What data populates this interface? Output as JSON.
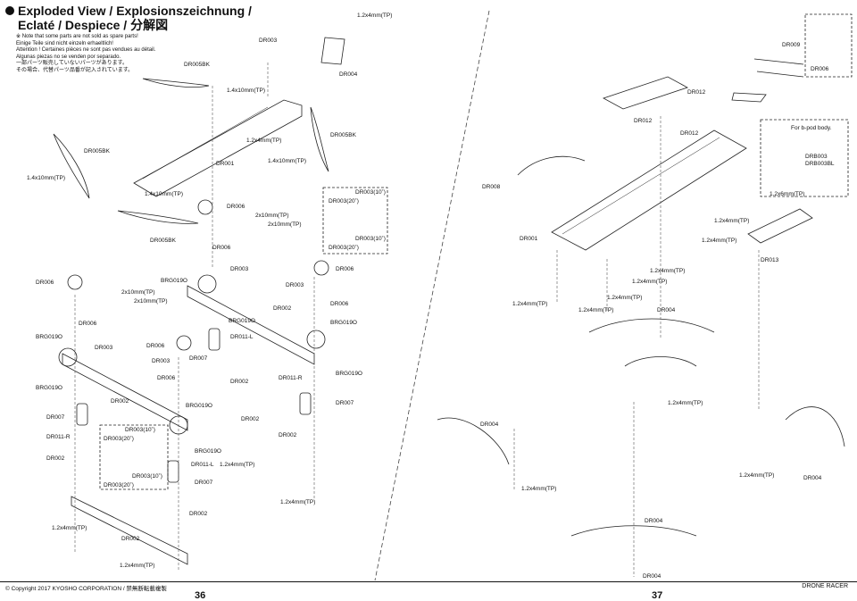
{
  "title_line1": "Exploded View / Explosionszeichnung /",
  "title_line2": "Eclaté / Despiece  / 分解図",
  "notes": [
    "※ Note that some parts are not sold as spare parts!",
    "Einige Teile sind nicht einzeln erhaeltlich!",
    "Attention ! Certaines pièces ne sont pas vendues au détail.",
    "Algunas piezas no se venden por separado.",
    "一部パーツ販売していないパーツがあります。",
    "その場合、代替パーツ品番が記入されています。"
  ],
  "part_labels": [
    "1.2x4mm(TP)",
    "DR003",
    "DR004",
    "DR005BK",
    "1.4x10mm(TP)",
    "DR009",
    "DR006",
    "DR012",
    "DR012",
    "DR012",
    "For b-pod body.",
    "DRB003",
    "DRB003BL",
    "1.2x4mm(TP)",
    "DR005BK",
    "DR005BK",
    "1.4x10mm(TP)",
    "DR001",
    "1.4x10mm(TP)",
    "DR008",
    "1.2x6mm(TP)",
    "DR003(10˚)",
    "DR003(20˚)",
    "1.4x10mm(TP)",
    "DR006",
    "2x10mm(TP)",
    "2x10mm(TP)",
    "DR005BK",
    "DR003(10˚)",
    "DR003(20˚)",
    "DR006",
    "DR001",
    "1.2x4mm(TP)",
    "1.2x4mm(TP)",
    "DR013",
    "DR003",
    "DR006",
    "DR006",
    "BRG019O",
    "DR003",
    "1.2x4mm(TP)",
    "2x10mm(TP)",
    "2x10mm(TP)",
    "DR002",
    "DR006",
    "1.2x4mm(TP)",
    "1.2x4mm(TP)",
    "1.2x4mm(TP)",
    "DR004",
    "DR006",
    "BRG019O",
    "BRG019O",
    "1.2x4mm(TP)",
    "BRG019O",
    "DR006",
    "DR011-L",
    "DR003",
    "DR003",
    "DR007",
    "DR006",
    "DR002",
    "DR011-R",
    "BRG019O",
    "BRG019O",
    "DR002",
    "BRG019O",
    "DR002",
    "DR007",
    "DR007",
    "DR003(10˚)",
    "DR011-R",
    "DR003(20˚)",
    "DR002",
    "BRG019O",
    "DR004",
    "DR002",
    "DR011-L",
    "1.2x4mm(TP)",
    "1.2x4mm(TP)",
    "DR004",
    "DR003(10˚)",
    "DR007",
    "DR003(20˚)",
    "1.2x4mm(TP)",
    "1.2x4mm(TP)",
    "DR004",
    "DR002",
    "1.2x4mm(TP)",
    "DR002",
    "1.2x4mm(TP)",
    "DR004",
    "1.2x4mm(TP)"
  ],
  "footer": {
    "copyright": "© Copyright 2017 KYOSHO CORPORATION / 禁無断転載複製",
    "product": "DRONE RACER",
    "page_left": "36",
    "page_right": "37"
  }
}
